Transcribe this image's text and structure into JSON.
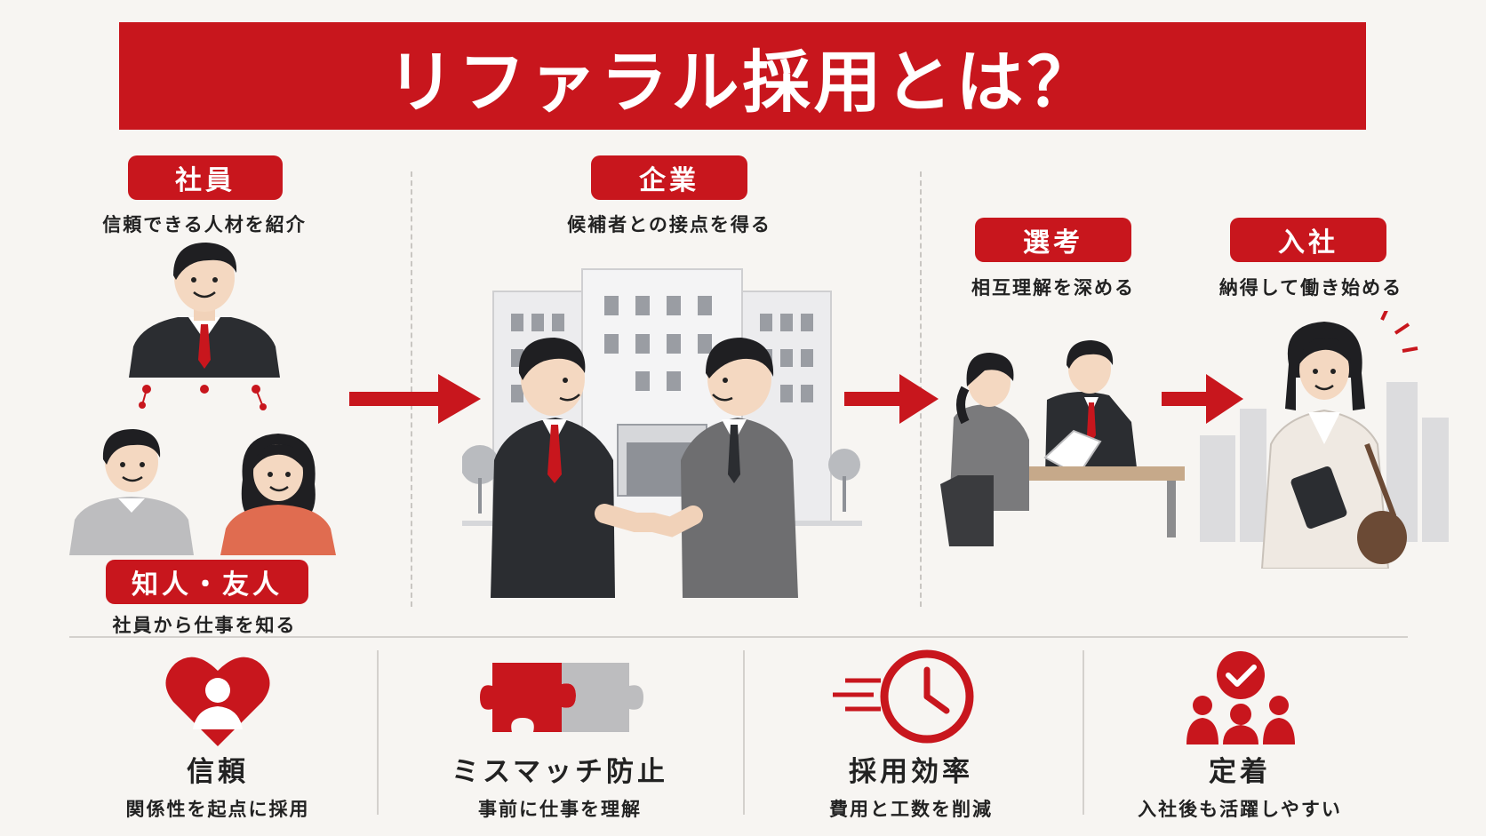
{
  "title": "リファラル採用とは？",
  "colors": {
    "accent": "#c8161d",
    "background": "#f7f5f2",
    "dark": "#2b2d31",
    "gray": "#6e6e70"
  },
  "flow": {
    "employee": {
      "label": "社員",
      "caption": "信頼できる人材を紹介"
    },
    "friends": {
      "label": "知人・友人",
      "caption": "社員から仕事を知る"
    },
    "company": {
      "label": "企業",
      "caption": "候補者との接点を得る"
    },
    "selection": {
      "label": "選考",
      "caption": "相互理解を深める"
    },
    "joining": {
      "label": "入社",
      "caption": "納得して働き始める"
    }
  },
  "benefits": [
    {
      "icon": "heart-person-icon",
      "title": "信頼",
      "subtitle": "関係性を起点に採用"
    },
    {
      "icon": "puzzle-icon",
      "title": "ミスマッチ防止",
      "subtitle": "事前に仕事を理解"
    },
    {
      "icon": "clock-speed-icon",
      "title": "採用効率",
      "subtitle": "費用と工数を削減"
    },
    {
      "icon": "team-check-icon",
      "title": "定着",
      "subtitle": "入社後も活躍しやすい"
    }
  ]
}
